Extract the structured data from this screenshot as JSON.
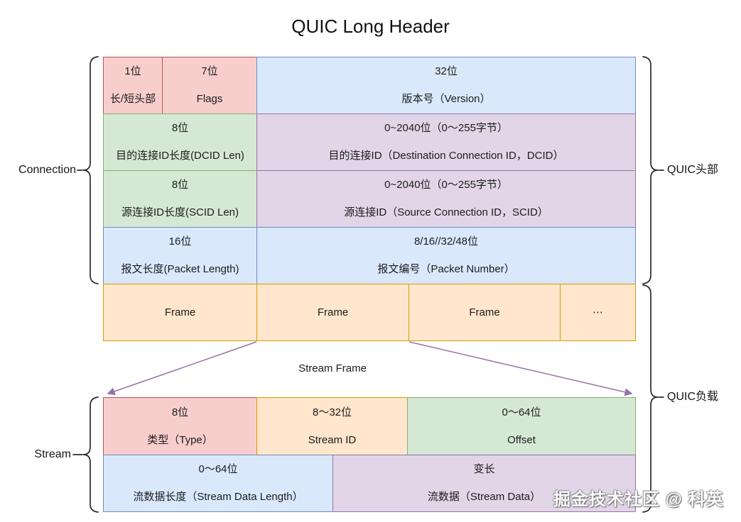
{
  "title": "QUIC Long Header",
  "braces": {
    "connection_label": "Connection",
    "stream_label": "Stream",
    "quic_header_label": "QUIC头部",
    "quic_payload_label": "QUIC负载"
  },
  "stream_frame_label": "Stream Frame",
  "watermark": "掘金技术社区 @ 科英",
  "colors": {
    "pink_fill": "#f8cecc",
    "pink_stroke": "#b85450",
    "blue_fill": "#dae8fc",
    "blue_stroke": "#6c8ebf",
    "green_fill": "#d5e8d4",
    "green_stroke": "#82b366",
    "purple_fill": "#e1d5e7",
    "purple_stroke": "#9673a6",
    "orange_fill": "#ffe6cc",
    "orange_stroke": "#d79b00",
    "arrow": "#9673a6",
    "brace": "#2a2a2a"
  },
  "header_table": {
    "rows": [
      {
        "cells": [
          {
            "bits": "1位",
            "label": "长/短头部"
          },
          {
            "bits": "7位",
            "label": "Flags"
          },
          {
            "bits": "32位",
            "label": "版本号（Version）"
          }
        ]
      },
      {
        "cells": [
          {
            "bits": "8位",
            "label": "目的连接ID长度(DCID Len)"
          },
          {
            "bits": "0~2040位（0～255字节）",
            "label": "目的连接ID（Destination Connection ID，DCID）"
          }
        ]
      },
      {
        "cells": [
          {
            "bits": "8位",
            "label": "源连接ID长度(SCID Len)"
          },
          {
            "bits": "0~2040位（0～255字节）",
            "label": "源连接ID（Source Connection ID，SCID）"
          }
        ]
      },
      {
        "cells": [
          {
            "bits": "16位",
            "label": "报文长度(Packet Length)"
          },
          {
            "bits": "8/16//32/48位",
            "label": "报文编号（Packet Number）"
          }
        ]
      }
    ],
    "frame_row": {
      "frames": [
        "Frame",
        "Frame",
        "Frame",
        "⋯"
      ]
    }
  },
  "stream_table": {
    "rows": [
      {
        "cells": [
          {
            "bits": "8位",
            "label": "类型（Type）"
          },
          {
            "bits": "8～32位",
            "label": "Stream ID"
          },
          {
            "bits": "0～64位",
            "label": "Offset"
          }
        ]
      },
      {
        "cells": [
          {
            "bits": "0～64位",
            "label": "流数据长度（Stream Data Length）"
          },
          {
            "bits": "变长",
            "label": "流数据（Stream Data）"
          }
        ]
      }
    ]
  }
}
